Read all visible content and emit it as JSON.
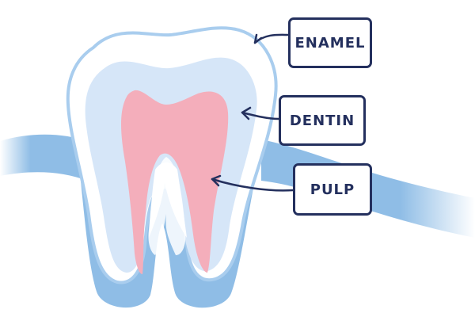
{
  "labels": {
    "enamel": "ENAMEL",
    "dentin": "DENTIN",
    "pulp": "PULP"
  },
  "colors": {
    "gum": "#8fbde6",
    "enamel_fill": "#ffffff",
    "enamel_outline": "#a9cdee",
    "dentin": "#d6e6f8",
    "pulp": "#f4aebb",
    "label_ink": "#24305e"
  }
}
